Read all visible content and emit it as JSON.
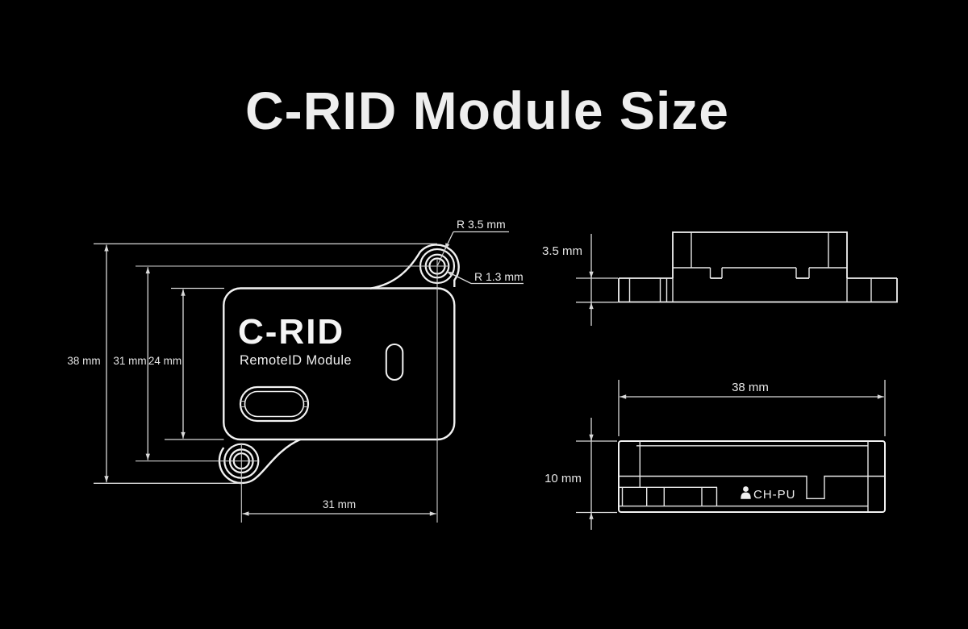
{
  "title": "C-RID Module Size",
  "front_view": {
    "logo": "C-RID",
    "subtitle": "RemoteID Module",
    "dim_overall_height": "38 mm",
    "dim_hole_spacing_vertical": "31 mm",
    "dim_body_height": "24 mm",
    "dim_hole_spacing_horizontal": "31 mm",
    "callout_ear_radius": "R 3.5 mm",
    "callout_hole_radius": "R 1.3 mm"
  },
  "side_view_top": {
    "dim_mount_plate_thickness": "3.5 mm"
  },
  "side_view_front": {
    "dim_overall_width": "38 mm",
    "dim_overall_height": "10 mm",
    "brand_label": "CH-PU"
  },
  "colors": {
    "background": "#000000",
    "line": "#f2f2f2",
    "dimension_line": "#d9d9d9",
    "text": "#e6e6e6"
  }
}
